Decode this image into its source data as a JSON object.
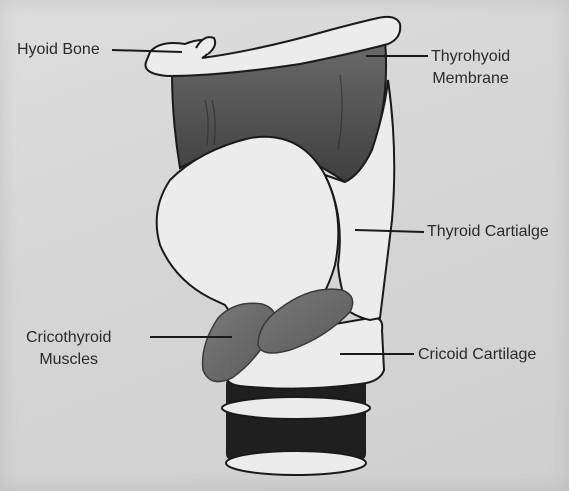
{
  "figure": {
    "labels": {
      "hyoid_bone": "Hyoid Bone",
      "thyrohyoid_membrane": "Thyrohyoid\nMembrane",
      "thyroid_cartilage": "Thyroid Cartialge",
      "cricothyroid_muscles": "Cricothyroid\nMuscles",
      "cricoid_cartilage": "Cricoid Cartilage"
    },
    "colors": {
      "background": "#d6d6d6",
      "cartilage_fill": "#ececec",
      "membrane_dark": "#4a4a4a",
      "muscle_fill": "#6e6e6e",
      "trachea_ring_dark": "#1f1f1f",
      "outline": "#1a1a1a"
    }
  }
}
